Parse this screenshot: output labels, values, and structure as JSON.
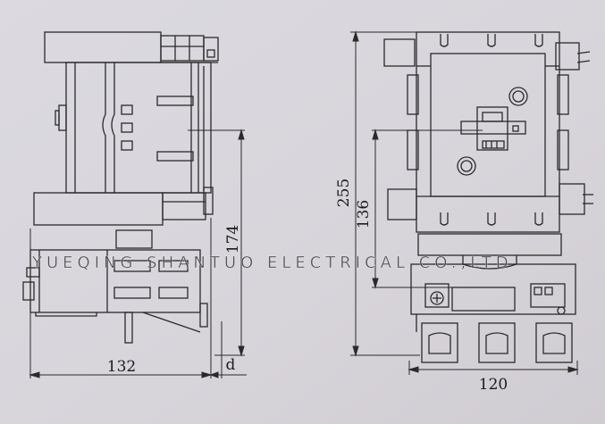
{
  "side_view": {
    "width_label": "132",
    "height_label": "174",
    "depth_label": "d"
  },
  "front_view": {
    "height_label": "255",
    "mount_label": "136",
    "width_label": "120"
  },
  "watermark": "YUEQING SHANTUO ELECTRICAL CO.,LTD"
}
